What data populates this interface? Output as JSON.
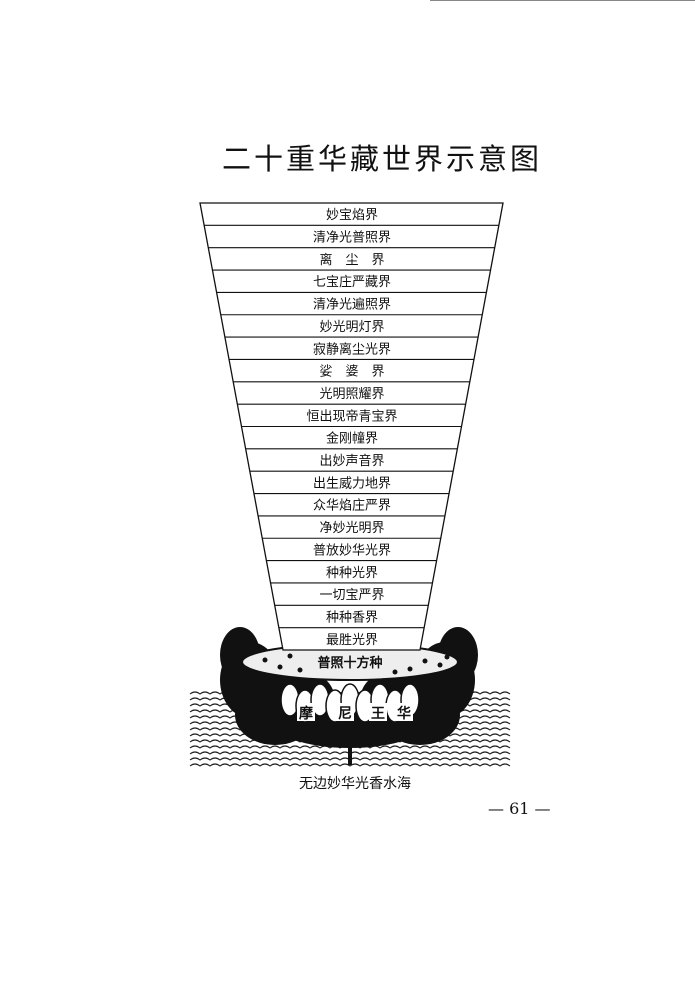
{
  "title": "二十重华藏世界示意图",
  "worlds": [
    "妙宝焰界",
    "清净光普照界",
    "离　尘　界",
    "七宝庄严藏界",
    "清净光遍照界",
    "妙光明灯界",
    "寂静离尘光界",
    "娑　婆　界",
    "光明照耀界",
    "恒出现帝青宝界",
    "金刚幢界",
    "出妙声音界",
    "出生威力地界",
    "众华焰庄严界",
    "净妙光明界",
    "普放妙华光界",
    "种种光界",
    "一切宝严界",
    "种种香界",
    "最胜光界"
  ],
  "seed_label": "普照十方种",
  "lotus_label": [
    "摩",
    "尼",
    "王",
    "华"
  ],
  "sea_caption": "无边妙华光香水海",
  "page_number": "— 61 —"
}
